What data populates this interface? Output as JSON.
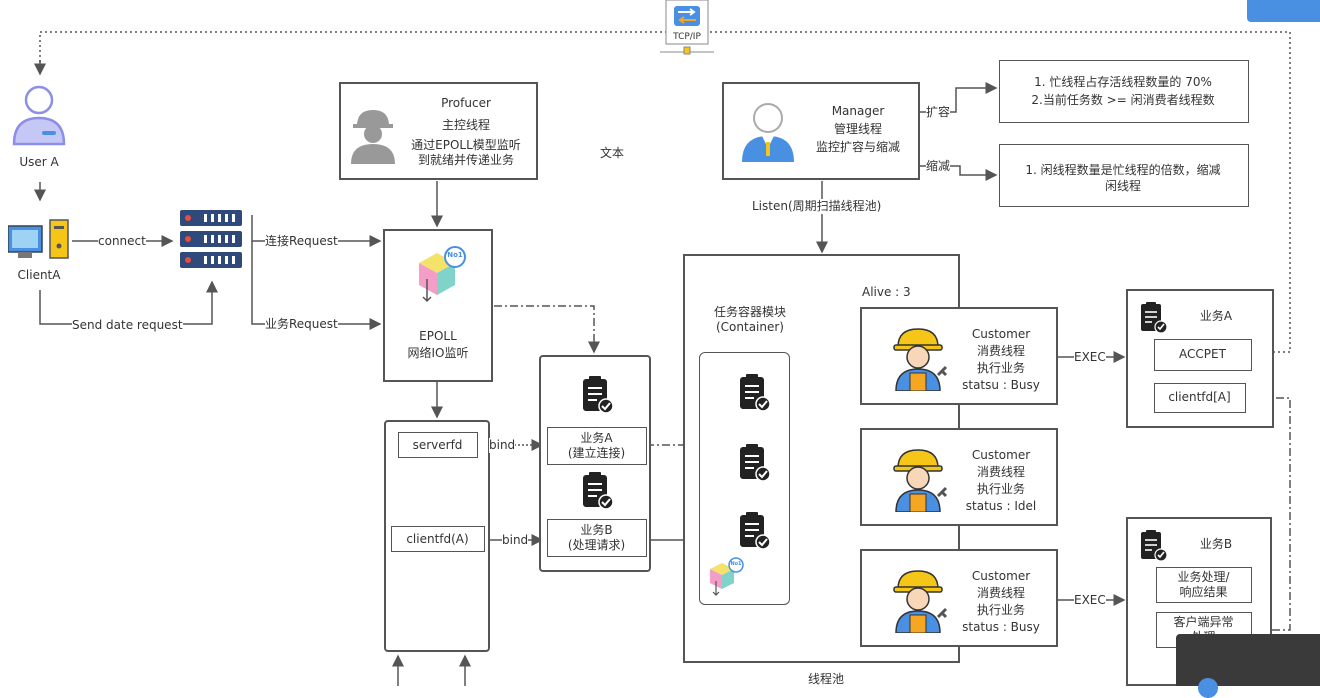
{
  "network": {
    "tcpip_label": "TCP/IP"
  },
  "user": {
    "label": "User A"
  },
  "client": {
    "label": "ClientA"
  },
  "edges": {
    "connect": "connect",
    "send_request": "Send date request",
    "conn_request": "连接Request",
    "biz_request": "业务Request",
    "bind1": "bind",
    "bind2": "bind",
    "listen": "Listen(周期扫描线程池)",
    "expand": "扩容",
    "shrink": "缩减",
    "exec1": "EXEC",
    "exec2": "EXEC"
  },
  "producer": {
    "title": "Profucer",
    "line1": "主控线程",
    "line2": "通过EPOLL模型监听",
    "line3": "到就绪并传递业务"
  },
  "floating_text": "文本",
  "epoll": {
    "label1": "EPOLL",
    "label2": "网络IO监听",
    "badge": "No1"
  },
  "manager": {
    "title": "Manager",
    "line1": "管理线程",
    "line2": "监控扩容与缩减"
  },
  "rules": {
    "expand_line1": "1. 忙线程占存活线程数量的 70%",
    "expand_line2": "2.当前任务数 >= 闲消费者线程数",
    "shrink_line1": "1. 闲线程数量是忙线程的倍数，缩减",
    "shrink_line2": "闲线程"
  },
  "fd_table": {
    "serverfd": "serverfd",
    "clientfd": "clientfd(A)"
  },
  "queue": {
    "bizA_line1": "业务A",
    "bizA_line2": "(建立连接)",
    "bizB_line1": "业务B",
    "bizB_line2": "(处理请求)"
  },
  "container": {
    "title1": "任务容器模块",
    "title2": "(Container)",
    "alive": "Alive : 3",
    "pool_label": "线程池",
    "badge": "No1"
  },
  "customers": [
    {
      "title": "Customer",
      "line1": "消费线程",
      "line2": "执行业务",
      "status": "statsu : Busy"
    },
    {
      "title": "Customer",
      "line1": "消费线程",
      "line2": "执行业务",
      "status": "status : Idel"
    },
    {
      "title": "Customer",
      "line1": "消费线程",
      "line2": "执行业务",
      "status": "status : Busy"
    }
  ],
  "bizA_panel": {
    "title": "业务A",
    "item1": "ACCPET",
    "item2": "clientfd[A]"
  },
  "bizB_panel": {
    "title": "业务B",
    "item1_l1": "业务处理/",
    "item1_l2": "响应结果",
    "item2_l1": "客户端异常",
    "item2_l2": "处理"
  },
  "colors": {
    "accent_blue": "#4a90e2",
    "line": "#555555",
    "helmet_yellow": "#f5c518",
    "user_purple": "#8b8fe8"
  }
}
